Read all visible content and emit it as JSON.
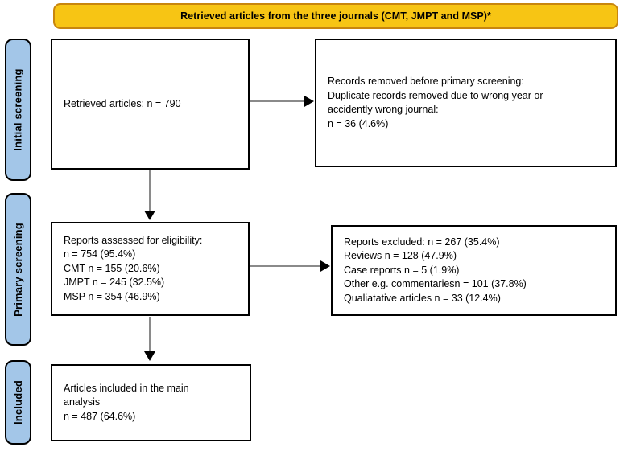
{
  "header": {
    "title": "Retrieved articles from the three journals (CMT, JMPT and MSP)*",
    "fill_color": "#f7c514",
    "border_color": "#c8860d"
  },
  "stages": [
    {
      "id": "initial",
      "label": "Initial screening",
      "fill_color": "#a3c6e8"
    },
    {
      "id": "primary",
      "label": "Primary screening",
      "fill_color": "#a3c6e8"
    },
    {
      "id": "included",
      "label": "Included",
      "fill_color": "#a3c6e8"
    }
  ],
  "boxes": {
    "retrieved": {
      "lines": [
        "Retrieved articles: n = 790"
      ]
    },
    "removed": {
      "lines": [
        "Records removed before primary screening:",
        "Duplicate records removed due to wrong year or",
        "accidently wrong journal:",
        "n = 36 (4.6%)"
      ]
    },
    "assessed": {
      "lines": [
        "Reports assessed for eligibility:",
        "n = 754 (95.4%)",
        "CMT n = 155 (20.6%)",
        "JMPT n = 245 (32.5%)",
        "MSP n = 354 (46.9%)"
      ]
    },
    "excluded": {
      "lines": [
        "Reports excluded: n = 267 (35.4%)",
        "Reviews n = 128 (47.9%)",
        "Case reports n = 5 (1.9%)",
        "Other e.g. commentariesn = 101 (37.8%)",
        "Qualiatative articles n = 33 (12.4%)"
      ]
    },
    "included": {
      "lines": [
        "Articles included in the main",
        "analysis",
        "n = 487 (64.6%)"
      ]
    }
  },
  "connectors": {
    "line_color": "#8a8a8a",
    "arrow_color": "#000000"
  }
}
